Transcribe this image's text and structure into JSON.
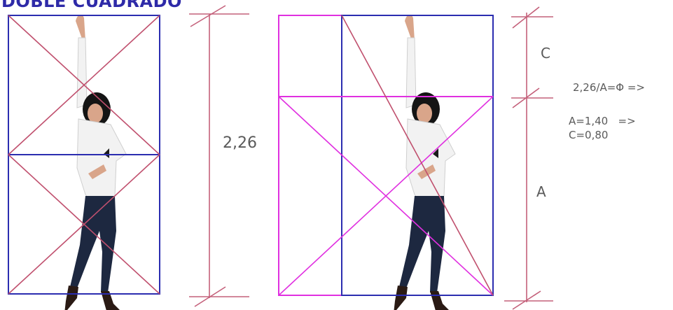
{
  "title": "DOBLE CUADRADO",
  "left_measure": {
    "label": "2,26"
  },
  "right_measures": {
    "top_label": "C",
    "bottom_label": "A"
  },
  "equations": {
    "line1": "2,26/A=Φ =>",
    "line2": "A=1,40   =>",
    "line3": "C=0,80"
  },
  "colors": {
    "title": "#2e2aa8",
    "square_outline": "#2b2db0",
    "diagonals_left": "#c0506e",
    "magenta": "#e030e0",
    "measure_lines": "#c4607a",
    "text": "#5a5a5a"
  },
  "figure": {
    "description_icon": "standing-woman-photo",
    "shirt_color": "#f2f2f2",
    "jeans_color": "#1d2840",
    "hair_color": "#141414",
    "skin_color": "#d9a58a"
  }
}
